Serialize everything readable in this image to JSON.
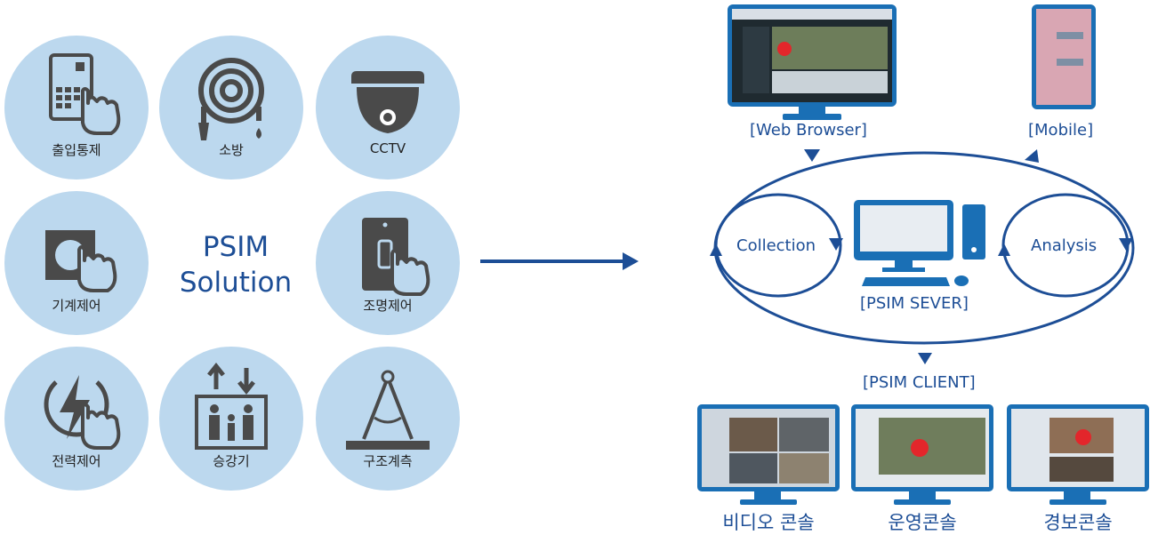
{
  "solution_title": [
    "PSIM",
    "Solution"
  ],
  "subsystems": [
    {
      "label": "출입통제",
      "icon": "keypad-hand-icon"
    },
    {
      "label": "소방",
      "icon": "fire-hose-icon"
    },
    {
      "label": "CCTV",
      "icon": "dome-camera-icon"
    },
    {
      "label": "기계제어",
      "icon": "push-button-hand-icon"
    },
    {
      "label": "조명제어",
      "icon": "light-switch-hand-icon"
    },
    {
      "label": "전력제어",
      "icon": "power-hand-icon"
    },
    {
      "label": "승강기",
      "icon": "elevator-icon"
    },
    {
      "label": "구조계측",
      "icon": "compass-ruler-icon"
    }
  ],
  "architecture": {
    "web_browser": "[Web Browser]",
    "mobile": "[Mobile]",
    "collection": "Collection",
    "analysis": "Analysis",
    "server": "[PSIM SEVER]",
    "client": "[PSIM CLIENT]",
    "consoles": [
      "비디오 콘솔",
      "운영콘솔",
      "경보콘솔"
    ]
  },
  "colors": {
    "circle": "#bcd8ee",
    "icon": "#4a4a4a",
    "accent": "#1d4e96",
    "monitor": "#1a6fb5"
  }
}
